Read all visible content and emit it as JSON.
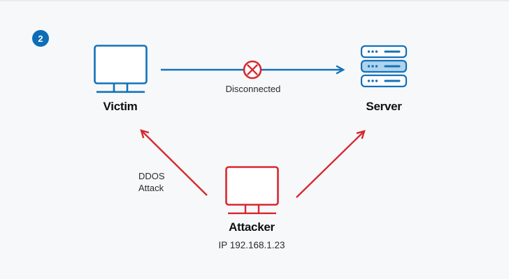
{
  "badge": {
    "number": "2"
  },
  "nodes": {
    "victim": {
      "label": "Victim"
    },
    "server": {
      "label": "Server"
    },
    "attacker": {
      "label": "Attacker",
      "ip": "IP 192.168.1.23"
    }
  },
  "connections": {
    "victim_server": {
      "label": "Disconnected",
      "status": "blocked"
    },
    "ddos": {
      "line1": "DDOS",
      "line2": "Attack"
    }
  },
  "colors": {
    "blue": "#1272b8",
    "light_blue": "#aed3ec",
    "red": "#d7282f",
    "light_red": "#f5bdc2",
    "badge_blue": "#0e6db6",
    "background": "#f7f8fa",
    "text_dark": "#101010",
    "text_body": "#2b2b2b"
  }
}
